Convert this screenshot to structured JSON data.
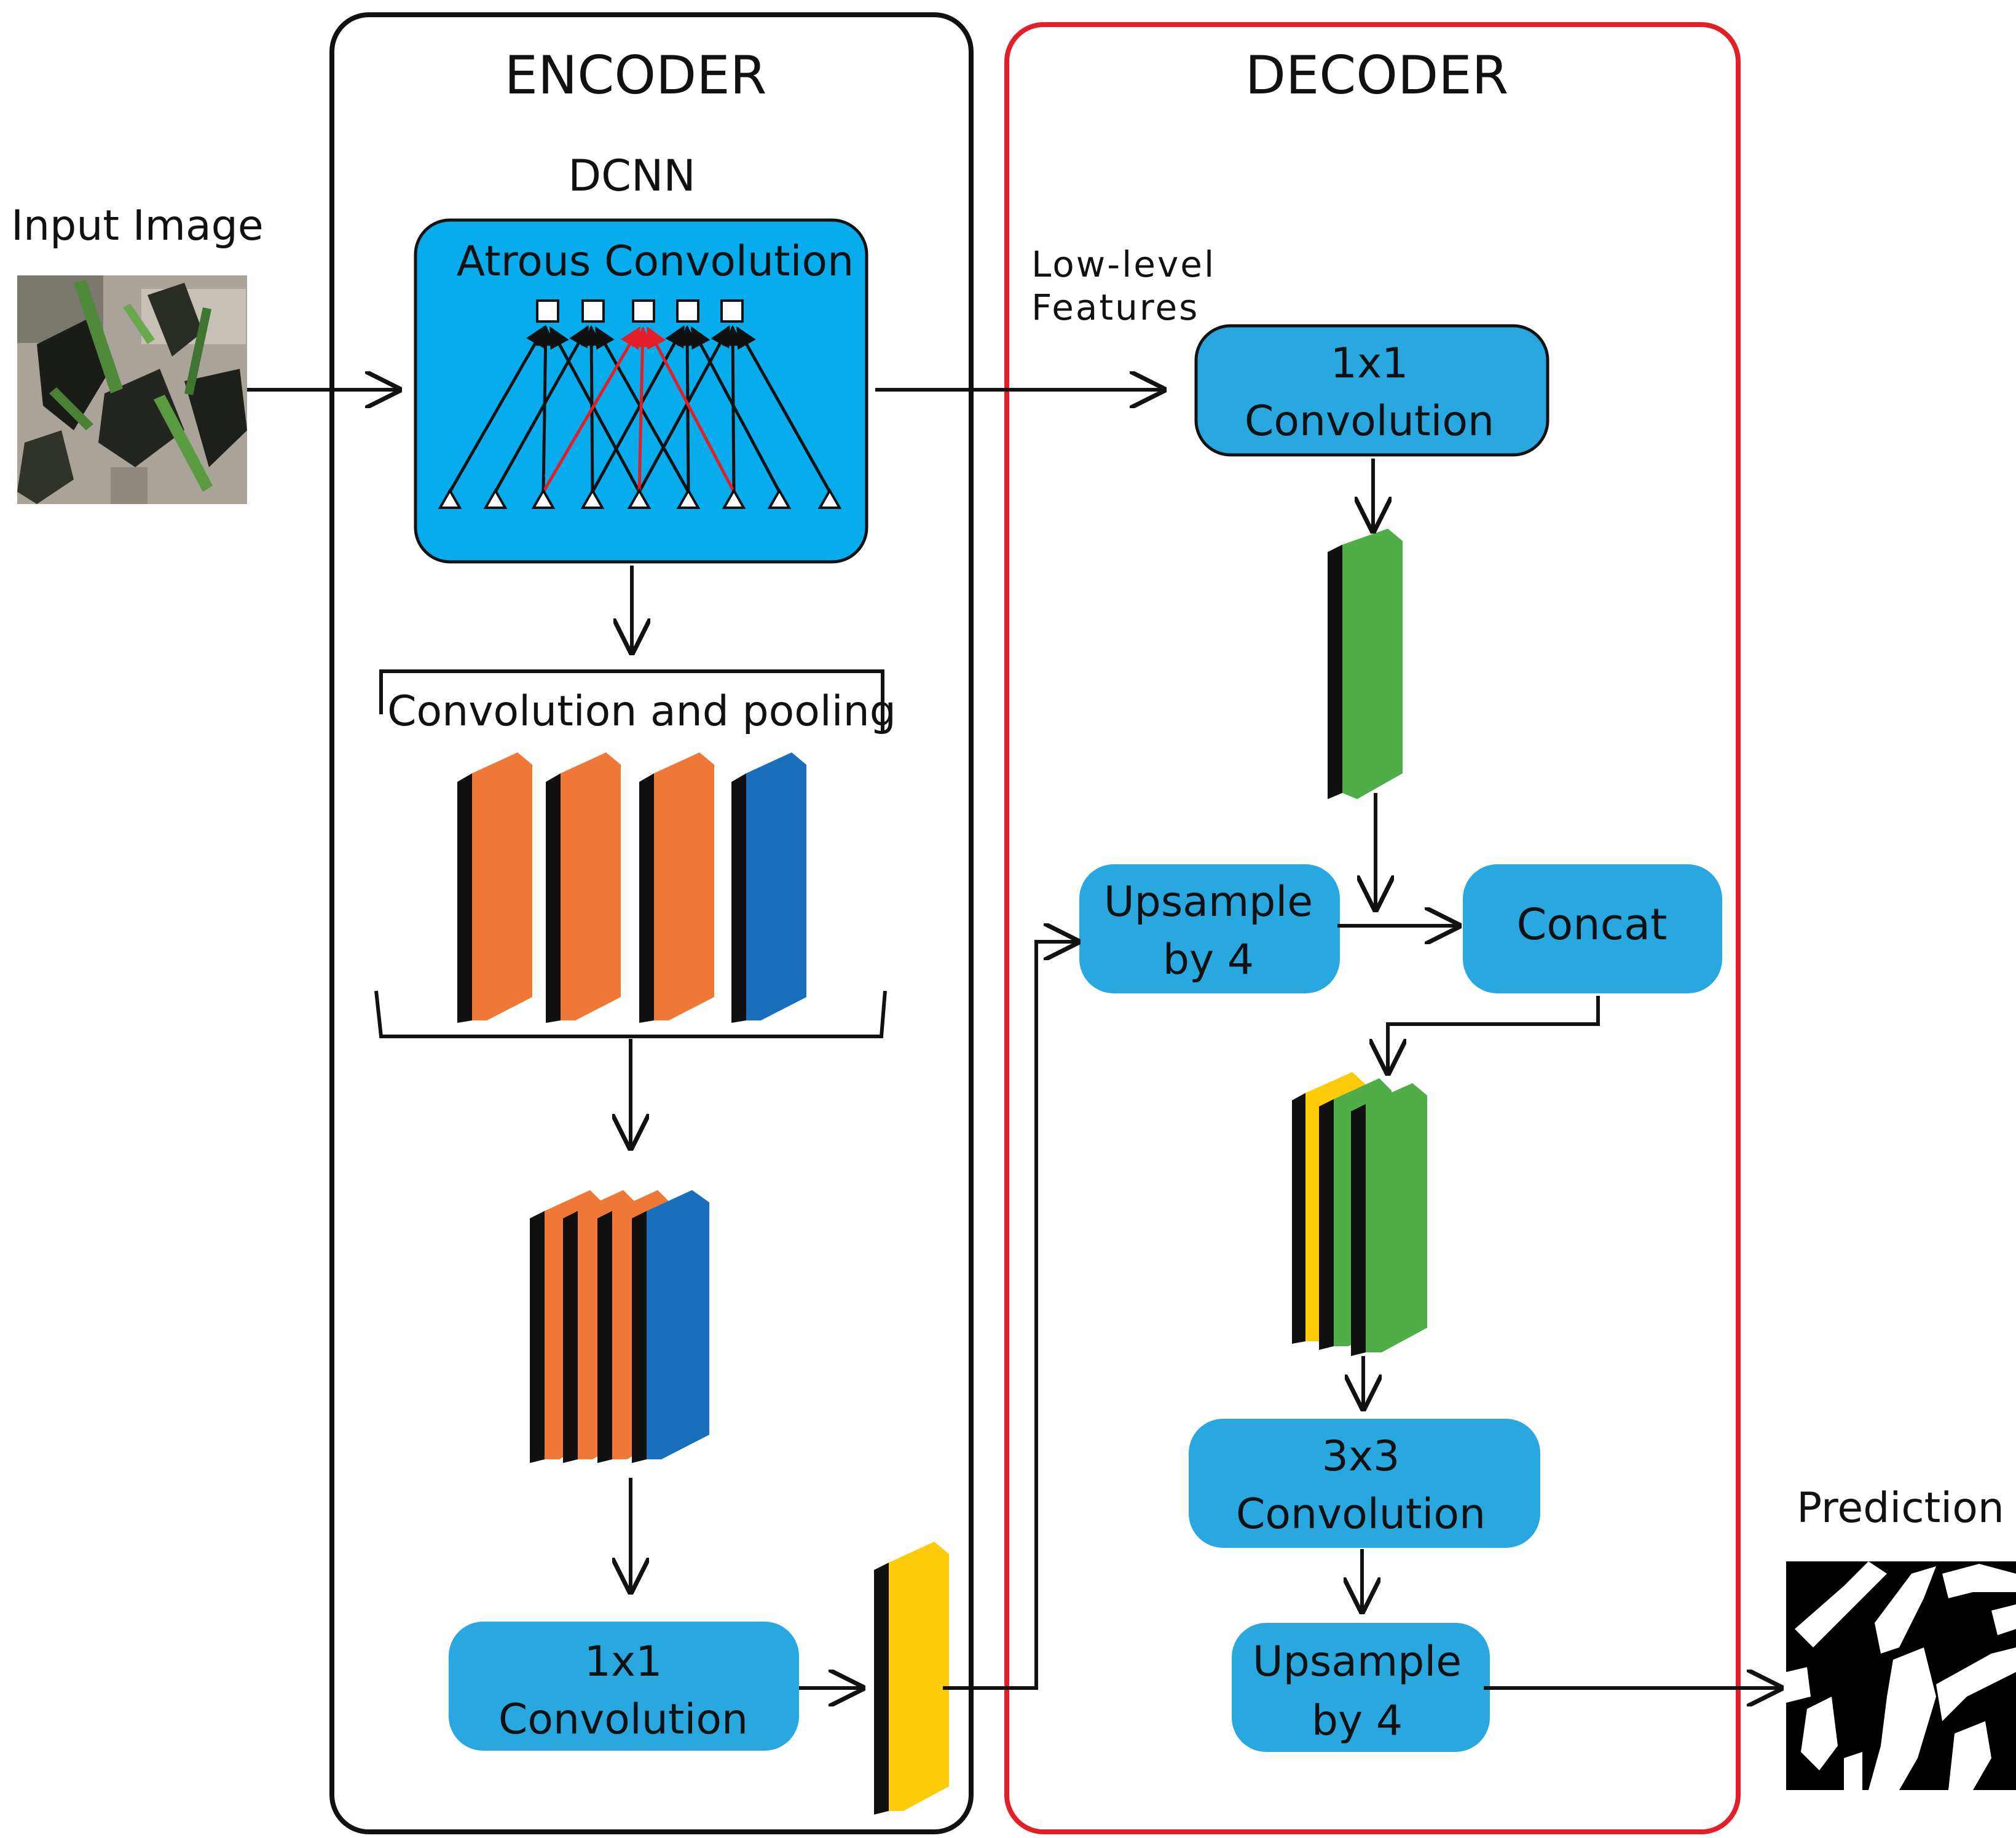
{
  "encoder": {
    "title": "ENCODER",
    "dcnn_label": "DCNN",
    "atrous_label": "Atrous Convolution",
    "conv_pool_label": "Convolution and pooling",
    "conv1x1": {
      "line1": "1x1",
      "line2": "Convolution"
    }
  },
  "decoder": {
    "title": "DECODER",
    "conv1x1": {
      "line1": "1x1",
      "line2": "Convolution"
    },
    "upsample_low": {
      "line1": "Upsample",
      "line2": "by 4"
    },
    "concat": "Concat",
    "conv3x3": {
      "line1": "3x3",
      "line2": "Convolution"
    },
    "upsample_out": {
      "line1": "Upsample",
      "line2": "by 4"
    }
  },
  "input_label": "Input Image",
  "low_level": {
    "line1": "Low-level",
    "line2": "Features"
  },
  "prediction_label": "Prediction",
  "colors": {
    "encoder_border": "#111111",
    "decoder_border": "#e41e26",
    "atrous_fill": "#06acec",
    "box_fill": "#29a8e0",
    "orange": "#f07836",
    "blue": "#1a6fbc",
    "green": "#4fae47",
    "yellow": "#fecb0a",
    "red_edge": "#e41e26"
  }
}
